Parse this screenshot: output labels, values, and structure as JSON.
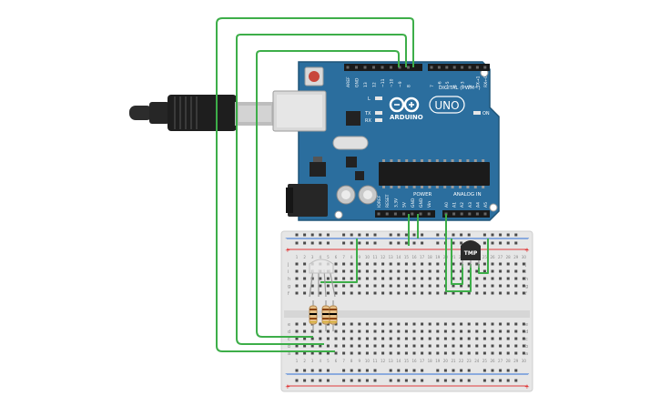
{
  "arduino": {
    "board_color": "#2B6E9E",
    "logo": "ARDUINO",
    "model": "UNO",
    "digital_header_label": "DIGITAL (PWM~)",
    "power_label": "POWER",
    "analog_label": "ANALOG IN",
    "on_label": "ON",
    "led_labels": [
      "L",
      "TX",
      "RX"
    ],
    "digital_pins_left": [
      "AREF",
      "GND",
      "13",
      "12",
      "~11",
      "~10",
      "~9",
      "8"
    ],
    "digital_pins_right": [
      "7",
      "~6",
      "~5",
      "4",
      "~3",
      "2",
      "TX→1",
      "RX←0"
    ],
    "power_pins": [
      "IOREF",
      "RESET",
      "3.3V",
      "5V",
      "GND",
      "GND",
      "Vin"
    ],
    "analog_pins": [
      "A0",
      "A1",
      "A2",
      "A3",
      "A4",
      "A5"
    ]
  },
  "breadboard": {
    "row_letters_top": [
      "j",
      "i",
      "h",
      "g",
      "f"
    ],
    "row_letters_bottom": [
      "e",
      "d",
      "c",
      "b",
      "a"
    ],
    "column_numbers": [
      "1",
      "2",
      "3",
      "4",
      "5",
      "6",
      "7",
      "8",
      "9",
      "10",
      "11",
      "12",
      "13",
      "14",
      "15",
      "16",
      "17",
      "18",
      "19",
      "20",
      "21",
      "22",
      "23",
      "24",
      "25",
      "26",
      "27",
      "28",
      "29",
      "30"
    ],
    "rail_plus": "+",
    "rail_minus": "−"
  },
  "sensor": {
    "label": "TMP"
  },
  "wire_color": "#3DAE49",
  "resistor_count": 3
}
